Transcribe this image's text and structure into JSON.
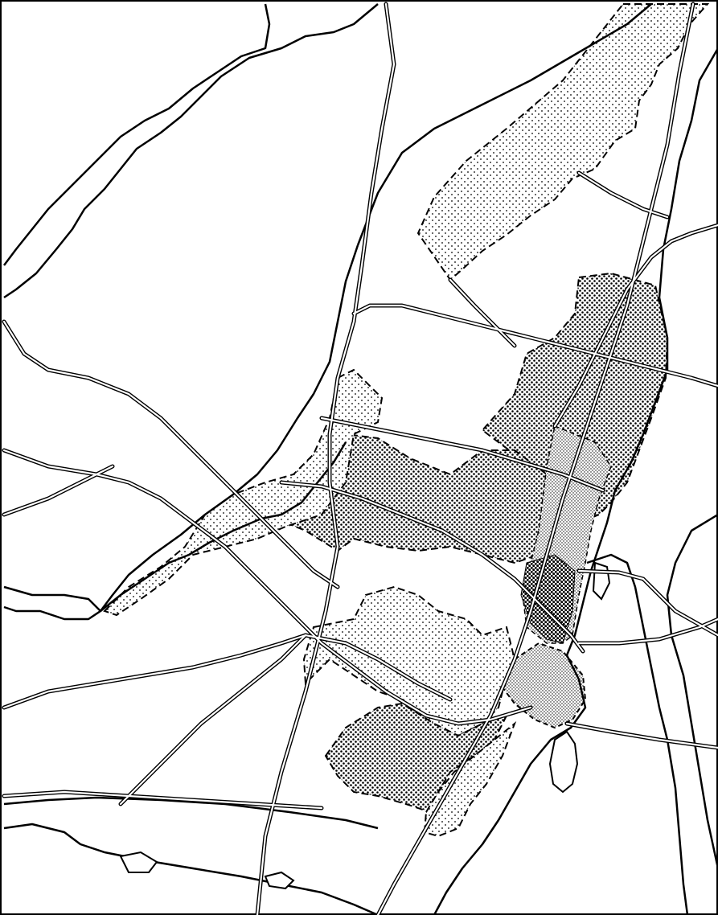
{
  "map": {
    "labels": [],
    "colors": {
      "ink": "#000000",
      "paper": "#ffffff",
      "light_stipple": "#000000",
      "dense_stipple": "#000000"
    },
    "zones": [
      {
        "id": "zone-northeast",
        "density": "light"
      },
      {
        "id": "zone-upper-central",
        "density": "medium"
      },
      {
        "id": "zone-middle-band",
        "density": "medium"
      },
      {
        "id": "zone-core",
        "density": "dense"
      },
      {
        "id": "zone-west-arm",
        "density": "light"
      },
      {
        "id": "zone-south",
        "density": "light"
      },
      {
        "id": "zone-south-lower",
        "density": "medium"
      }
    ]
  }
}
